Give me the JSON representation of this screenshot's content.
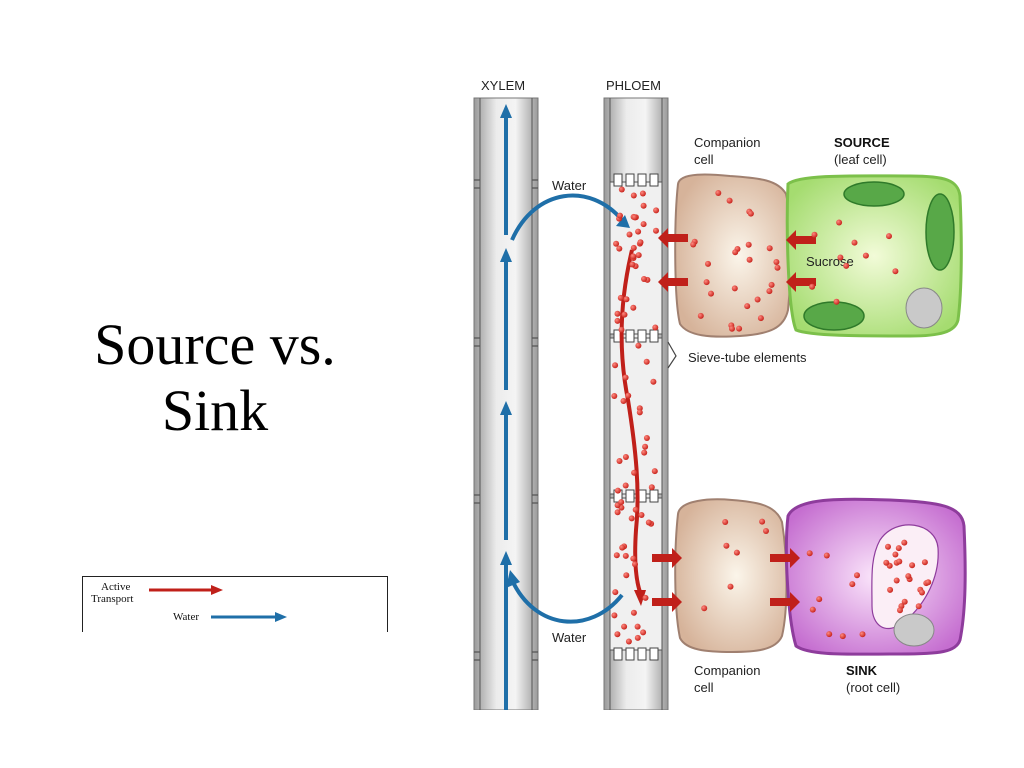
{
  "title": {
    "line1": "Source vs.",
    "line2": "Sink"
  },
  "legend": {
    "active_line1": "Active",
    "active_line2": "Transport",
    "water": "Water"
  },
  "diagram": {
    "xylem": "XYLEM",
    "phloem": "PHLOEM",
    "companion_top_1": "Companion",
    "companion_top_2": "cell",
    "source_1": "SOURCE",
    "source_2": "(leaf cell)",
    "water_top": "Water",
    "sucrose": "Sucrose",
    "sieve_tube": "Sieve-tube elements",
    "water_bottom": "Water",
    "companion_bottom_1": "Companion",
    "companion_bottom_2": "cell",
    "sink_1": "SINK",
    "sink_2": "(root cell)"
  },
  "colors": {
    "active_transport_arrow": "#c0201a",
    "water_arrow": "#1f6fa8",
    "source_cell": "#a9e07a",
    "sink_cell": "#b05abf",
    "companion_cell": "#e3c9b3",
    "sucrose_dot": "#e0302a"
  }
}
